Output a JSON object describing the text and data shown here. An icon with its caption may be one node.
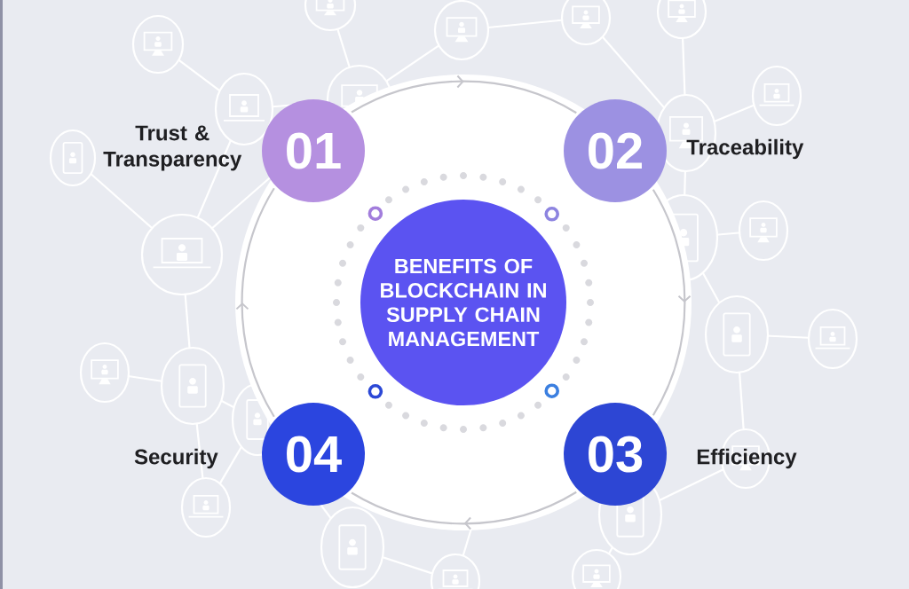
{
  "diagram": {
    "nodes": [
      {
        "text": [
          "BENEFITS OF BLOCKCHAIN IN SUPPLY CHAIN MANAGEMENT"
        ]
      },
      {
        "text": [
          "01"
        ],
        "beside": [
          "Trust & Transparency"
        ]
      },
      {
        "text": [
          "02"
        ],
        "beside": [
          "Traceability"
        ]
      },
      {
        "text": [
          "03"
        ],
        "beside": [
          "Efficiency"
        ]
      },
      {
        "text": [
          "04"
        ],
        "beside": [
          "Security"
        ]
      }
    ],
    "edges": [
      {
        "from": 1,
        "to": 2,
        "arrow": "to"
      },
      {
        "from": 2,
        "to": 3,
        "arrow": "to"
      },
      {
        "from": 3,
        "to": 4,
        "arrow": "to"
      },
      {
        "from": 4,
        "to": 1,
        "arrow": "to"
      }
    ]
  }
}
